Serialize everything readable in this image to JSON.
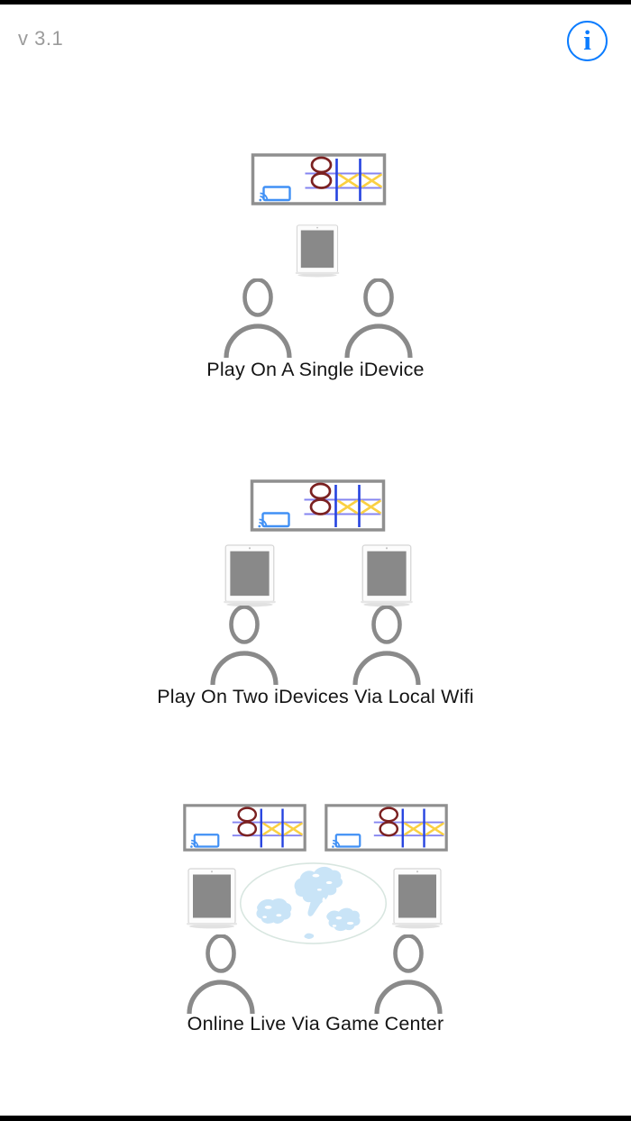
{
  "chrome": {
    "version_label": "v 3.1",
    "top_bar_color": "#000000",
    "bottom_bar_color": "#000000"
  },
  "info_button": {
    "glyph": "i"
  },
  "modes": [
    {
      "id": "single-idevice",
      "label": "Play On A Single iDevice",
      "tv_count": 1,
      "ipad_count": 1,
      "player_count": 2,
      "shows_globe": false
    },
    {
      "id": "two-idevices-local-wifi",
      "label": "Play On Two iDevices Via Local Wifi",
      "tv_count": 1,
      "ipad_count": 2,
      "player_count": 2,
      "shows_globe": false
    },
    {
      "id": "online-game-center",
      "label": "Online Live Via Game Center",
      "tv_count": 2,
      "ipad_count": 2,
      "player_count": 2,
      "shows_globe": true
    }
  ],
  "icons": {
    "info": "info-icon",
    "tv": "airplay-tictactoe-screen-icon",
    "airplay": "screen-mirroring-icon",
    "ipad": "ipad-icon",
    "person": "player-icon",
    "globe": "world-map-icon"
  },
  "colors": {
    "accent_blue": "#0a7cff",
    "airplay_blue": "#4090f5",
    "grid_line_light": "#8484f0",
    "grid_line_dark": "#2543e0",
    "nought_maroon": "#7b2121",
    "cross_yellow": "#fad043",
    "globe_land_blue": "#c9e4f7",
    "globe_outline": "#d8e6e0",
    "person_gray": "#8a8a8a",
    "tv_border_gray": "#8f8f8f",
    "ipad_screen_gray": "#898989",
    "version_gray": "#9b9b9b"
  }
}
